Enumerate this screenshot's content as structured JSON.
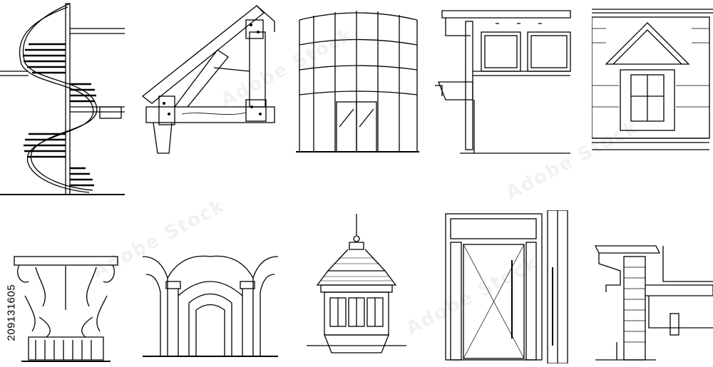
{
  "stock_id": "209131605",
  "watermark": "Adobe Stock",
  "tiles": [
    {
      "name": "spiral-staircase"
    },
    {
      "name": "timber-roof-truss"
    },
    {
      "name": "curved-glass-facade"
    },
    {
      "name": "eave-window-section"
    },
    {
      "name": "dormer-window"
    },
    {
      "name": "corinthian-capital"
    },
    {
      "name": "arched-colonnade"
    },
    {
      "name": "bay-window-turret"
    },
    {
      "name": "pivot-entry-door"
    },
    {
      "name": "cornice-wall-section"
    }
  ],
  "colors": {
    "line": "#000000",
    "background": "#ffffff"
  }
}
